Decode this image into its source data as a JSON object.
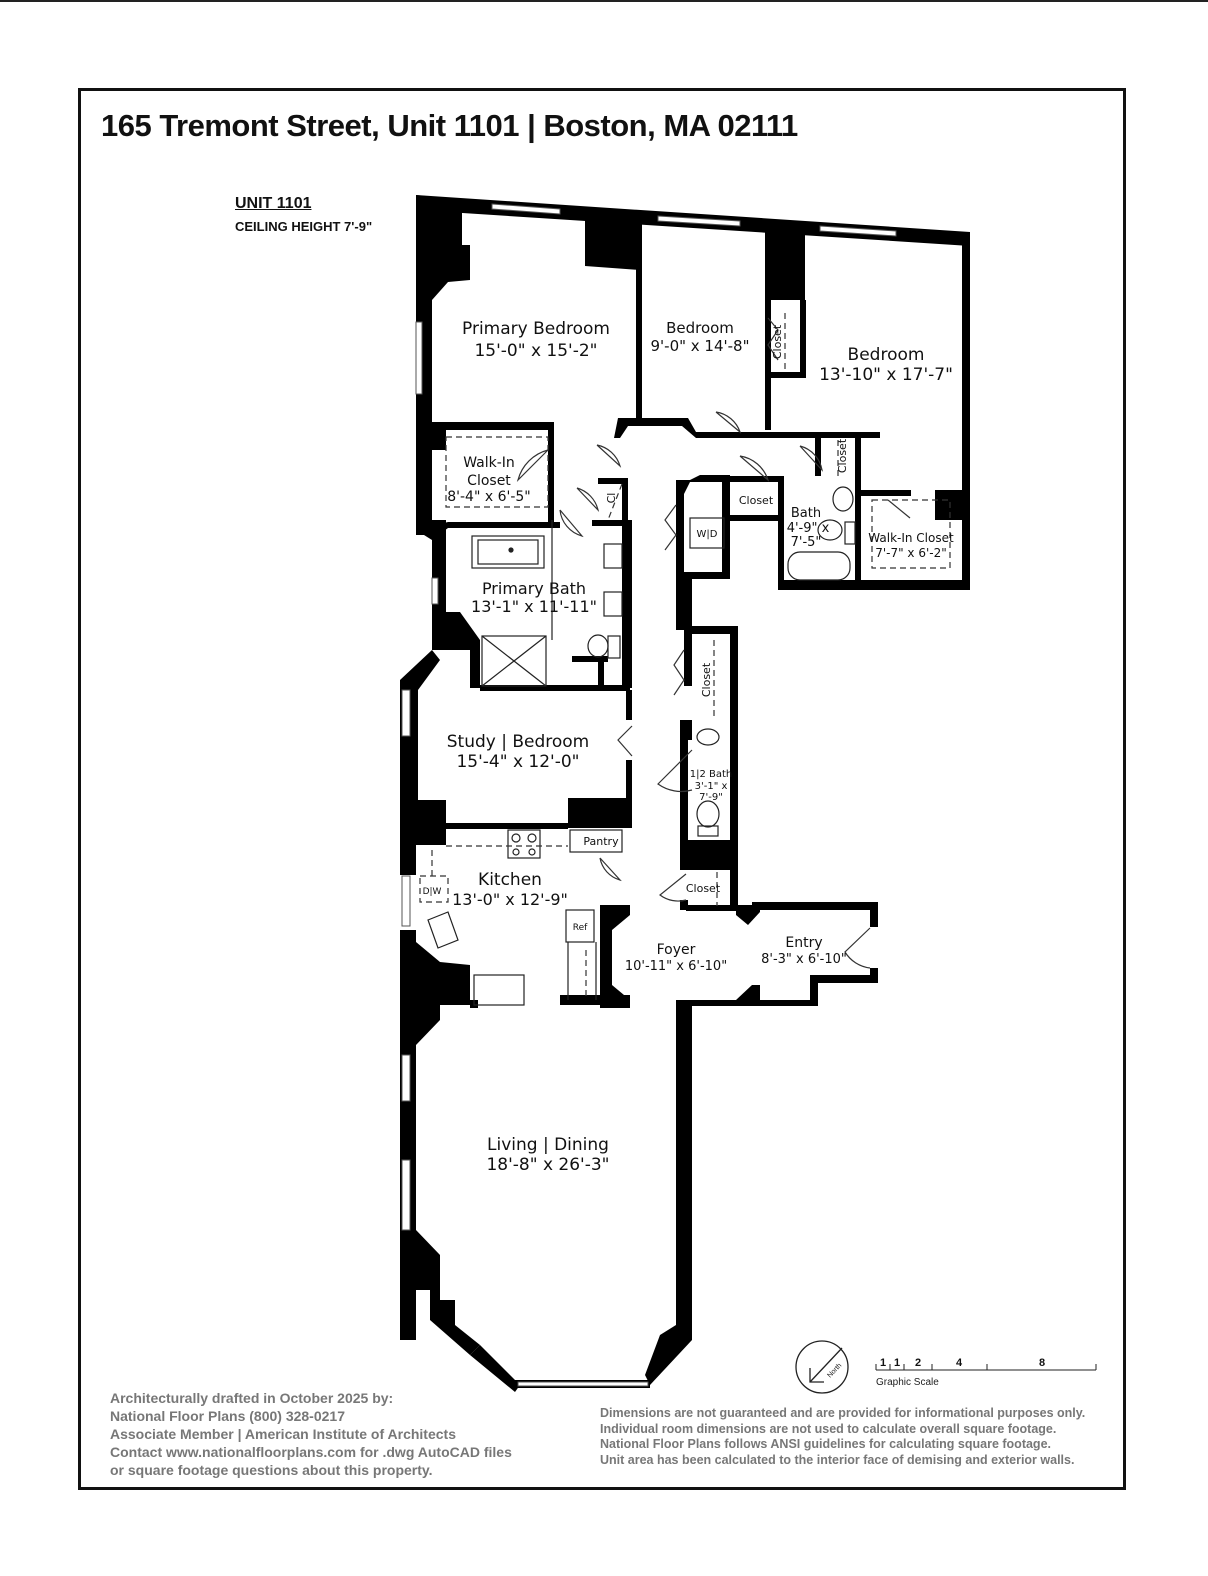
{
  "header": {
    "title": "165 Tremont Street, Unit 1101 | Boston, MA 02111",
    "unit_label": "UNIT 1101",
    "ceiling_height": "CEILING HEIGHT 7'-9\""
  },
  "rooms": [
    {
      "name": "Primary Bedroom",
      "dims": "15'-0\" x 15'-2\""
    },
    {
      "name": "Bedroom",
      "dims": "9'-0\" x 14'-8\""
    },
    {
      "name": "Bedroom",
      "dims": "13'-10\" x 17'-7\""
    },
    {
      "name": "Walk-In Closet",
      "dims": "8'-4\" x 6'-5\""
    },
    {
      "name": "Primary Bath",
      "dims": "13'-1\" x 11'-11\""
    },
    {
      "name": "Bath",
      "dims": "4'-9\" x 7'-5\""
    },
    {
      "name": "Walk-In Closet",
      "dims": "7'-7\" x 6'-2\""
    },
    {
      "name": "Study | Bedroom",
      "dims": "15'-4\" x 12'-0\""
    },
    {
      "name": "1|2 Bath",
      "dims": "3'-1\" x 7'-9\""
    },
    {
      "name": "Kitchen",
      "dims": "13'-0\" x 12'-9\""
    },
    {
      "name": "Foyer",
      "dims": "10'-11\" x 6'-10\""
    },
    {
      "name": "Entry",
      "dims": "8'-3\" x 6'-10\""
    },
    {
      "name": "Living | Dining",
      "dims": "18'-8\" x 26'-3\""
    }
  ],
  "small_labels": {
    "closet": "Closet",
    "cl": "Cl",
    "wd": "W|D",
    "pantry": "Pantry",
    "dw": "D|W",
    "ref": "Ref",
    "walk_in_line1": "Walk-In",
    "walk_in_line2": "Closet",
    "half_bath_line1": "1|2 Bath",
    "half_bath_line2": "3'-1\" x",
    "half_bath_line3": "7'-9\"",
    "bath_line2": "4'-9\" x",
    "bath_line3": "7'-5\""
  },
  "compass": {
    "label": "North"
  },
  "graphic_scale": {
    "ticks": [
      "1",
      "1",
      "2",
      "4",
      "8"
    ],
    "label": "Graphic Scale"
  },
  "footer": {
    "left_lines": [
      "Architecturally drafted in October 2025 by:",
      "National Floor Plans   (800) 328-0217",
      "Associate Member | American Institute of Architects",
      "Contact www.nationalfloorplans.com for .dwg AutoCAD files",
      "or square footage questions about this property."
    ],
    "right_lines": [
      "Dimensions are not guaranteed and are provided for informational purposes only.",
      "Individual room dimensions are not used to calculate overall square footage.",
      "National Floor Plans follows ANSI guidelines for calculating square footage.",
      "Unit area has been calculated to the interior face of demising and exterior walls."
    ]
  }
}
